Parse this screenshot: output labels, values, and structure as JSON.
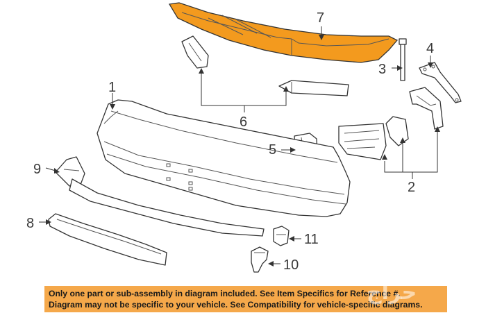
{
  "callouts": {
    "c1": "1",
    "c2": "2",
    "c3": "3",
    "c4": "4",
    "c5": "5",
    "c6": "6",
    "c7": "7",
    "c8": "8",
    "c9": "9",
    "c10": "10",
    "c11": "11"
  },
  "notice": {
    "line1": "Only one part or sub-assembly in diagram included. See Item Specifics for Reference #.",
    "line2": "Diagram may not be specific to your vehicle. See Compatibility for vehicle-specific diagrams."
  },
  "colors": {
    "highlight_part": "#f39a1e",
    "notice_background": "#f5a84a",
    "line": "#333333"
  },
  "watermark_text": "ﺣﺮﺍﺝ"
}
